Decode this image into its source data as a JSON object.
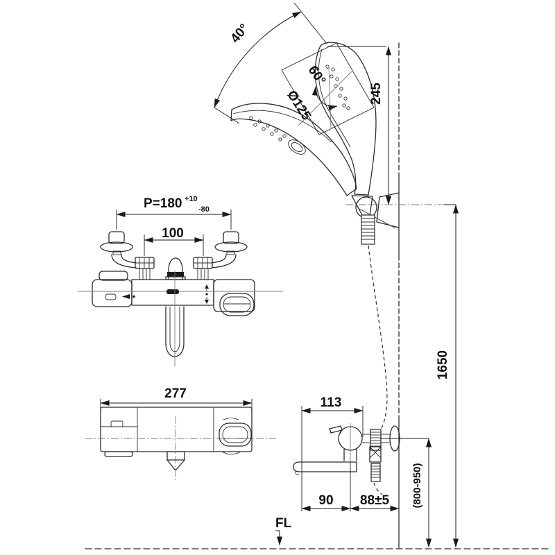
{
  "drawing": {
    "type": "installation-dimension-diagram",
    "subject": "thermostatic bath-shower mixer with hand shower",
    "colors": {
      "line": "#2b2b2b",
      "text": "#111111",
      "background": "#ffffff"
    },
    "dimensions": {
      "head_swivel_angle": "40°",
      "spray_angle": "60°",
      "head_diameter": "Ø125",
      "head_height": "245",
      "pitch_base": "P=180",
      "pitch_tol_plus": "+10",
      "pitch_tol_minus": "-80",
      "inlet_center_distance": "100",
      "body_width": "277",
      "side_depth": "113",
      "spout_reach": "90",
      "wall_clearance": "88±5",
      "mount_height_range": "(800-950)",
      "hanger_height": "1650",
      "floor_label": "FL"
    }
  }
}
